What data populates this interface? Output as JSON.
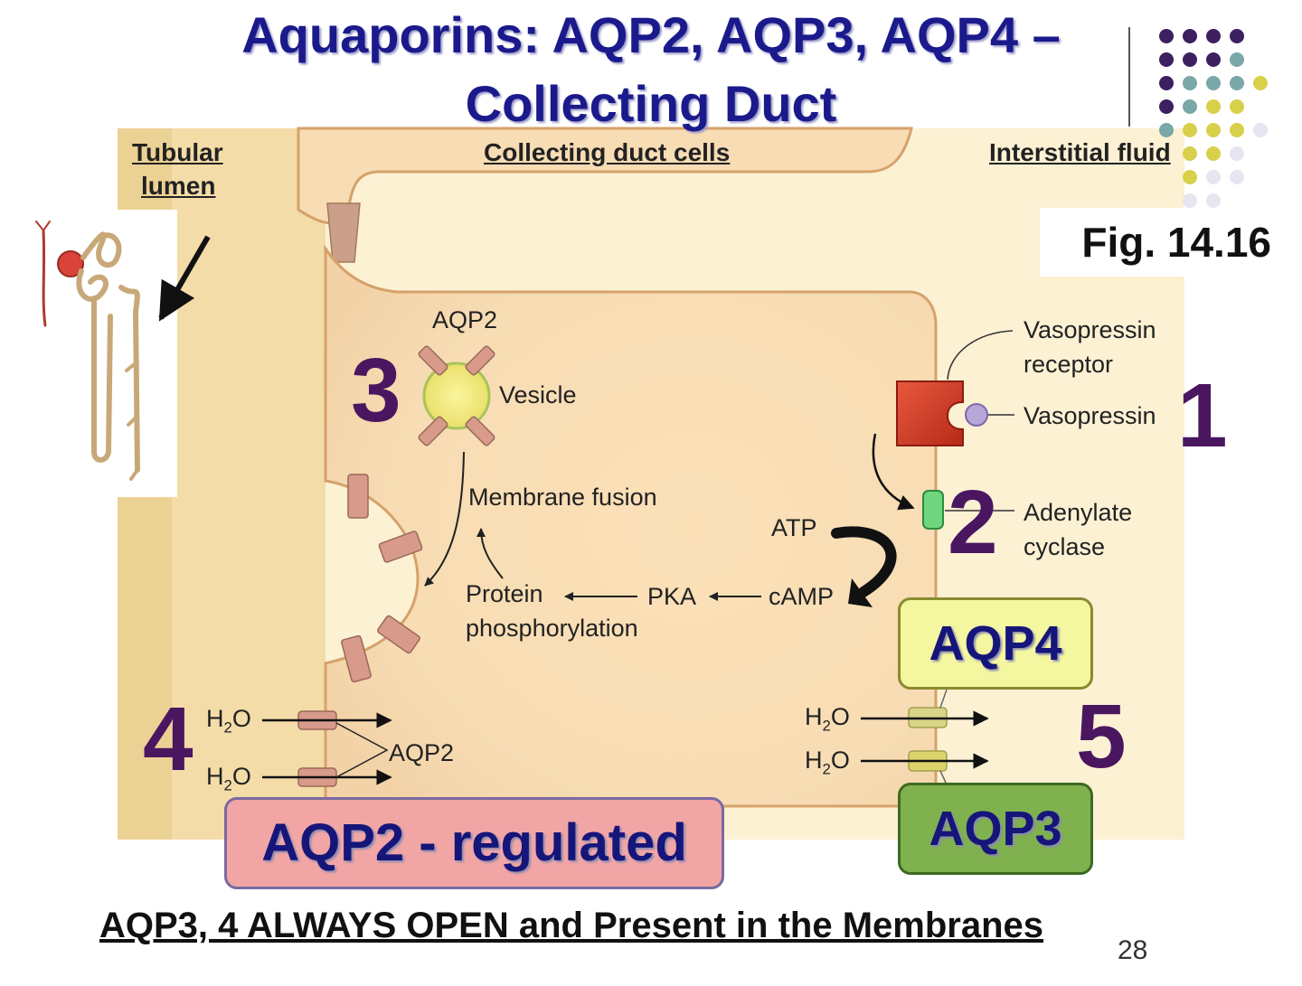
{
  "title": {
    "line1": "Aquaporins: AQP2, AQP3, AQP4 –",
    "line2": "Collecting Duct"
  },
  "headers": {
    "lumen_line1": "Tubular",
    "lumen_line2": "lumen",
    "cells": "Collecting duct cells",
    "interstitial": "Interstitial fluid"
  },
  "figure_ref": "Fig. 14.16",
  "labels": {
    "aqp2_top": "AQP2",
    "vesicle": "Vesicle",
    "vasopressin_receptor_1": "Vasopressin",
    "vasopressin_receptor_2": "receptor",
    "vasopressin": "Vasopressin",
    "adenylate_1": "Adenylate",
    "adenylate_2": "cyclase",
    "membrane_fusion": "Membrane fusion",
    "atp": "ATP",
    "camp": "cAMP",
    "pka": "PKA",
    "protein_1": "Protein",
    "protein_2": "phosphorylation",
    "aqp2_bottom": "AQP2",
    "h2o": "H",
    "h2o_sub": "2",
    "h2o_o": "O"
  },
  "steps": [
    "1",
    "2",
    "3",
    "4",
    "5"
  ],
  "boxes": {
    "aqp4": "AQP4",
    "aqp3": "AQP3",
    "aqp2_regulated": "AQP2 - regulated"
  },
  "footer": "AQP3, 4 ALWAYS OPEN and Present in the Membranes",
  "page_number": "28",
  "colors": {
    "title": "#1a1a8c",
    "step_numbers": "#4b1660",
    "lumen": "#e8c98a",
    "cell": "#fbe3c0",
    "interstitial": "#fdf1d4",
    "receptor": "#d43a22",
    "vasopressin": "#b7a6d8",
    "adenylate_cyclase": "#6fd67f",
    "aqp2_channel": "#d89a8a",
    "vesicle": "#f2ea7c",
    "aqp4_box": "#f4f7a0",
    "aqp3_box": "#7fb24e",
    "aqp2_box": "#f2a5a5"
  }
}
